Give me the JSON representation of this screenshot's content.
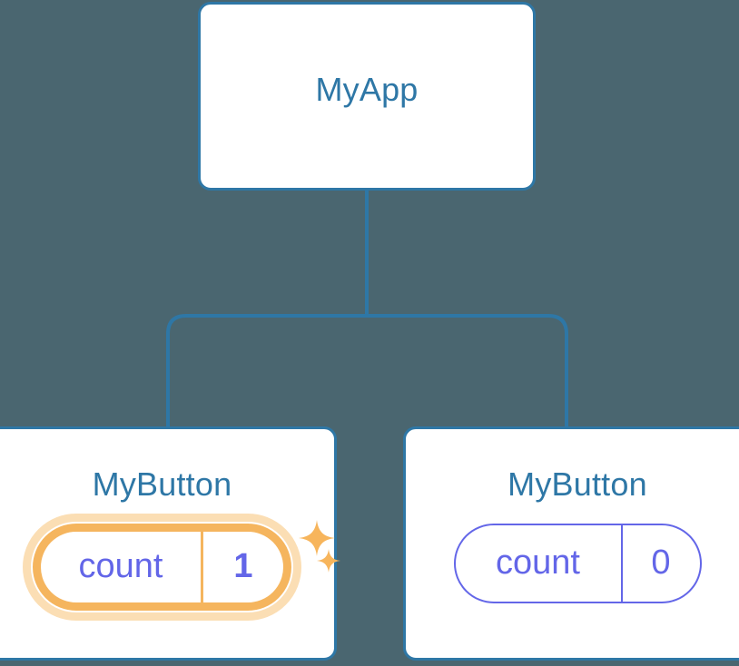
{
  "diagram": {
    "type": "component-tree",
    "background_color": "#4a6670",
    "node_border_color": "#2e77a6",
    "node_title_color": "#2e77a6",
    "state_accent_color": "#6366e8",
    "highlight_color": "#f5b55e",
    "highlight_glow_color": "#fbdeb4",
    "sparkle_color": "#f7b55c"
  },
  "root": {
    "title": "MyApp"
  },
  "children": [
    {
      "title": "MyButton",
      "state": {
        "key": "count",
        "value": "1"
      },
      "highlighted": true,
      "sparkle_large": "sparkle-icon",
      "sparkle_small": "sparkle-icon"
    },
    {
      "title": "MyButton",
      "state": {
        "key": "count",
        "value": "0"
      },
      "highlighted": false
    }
  ]
}
